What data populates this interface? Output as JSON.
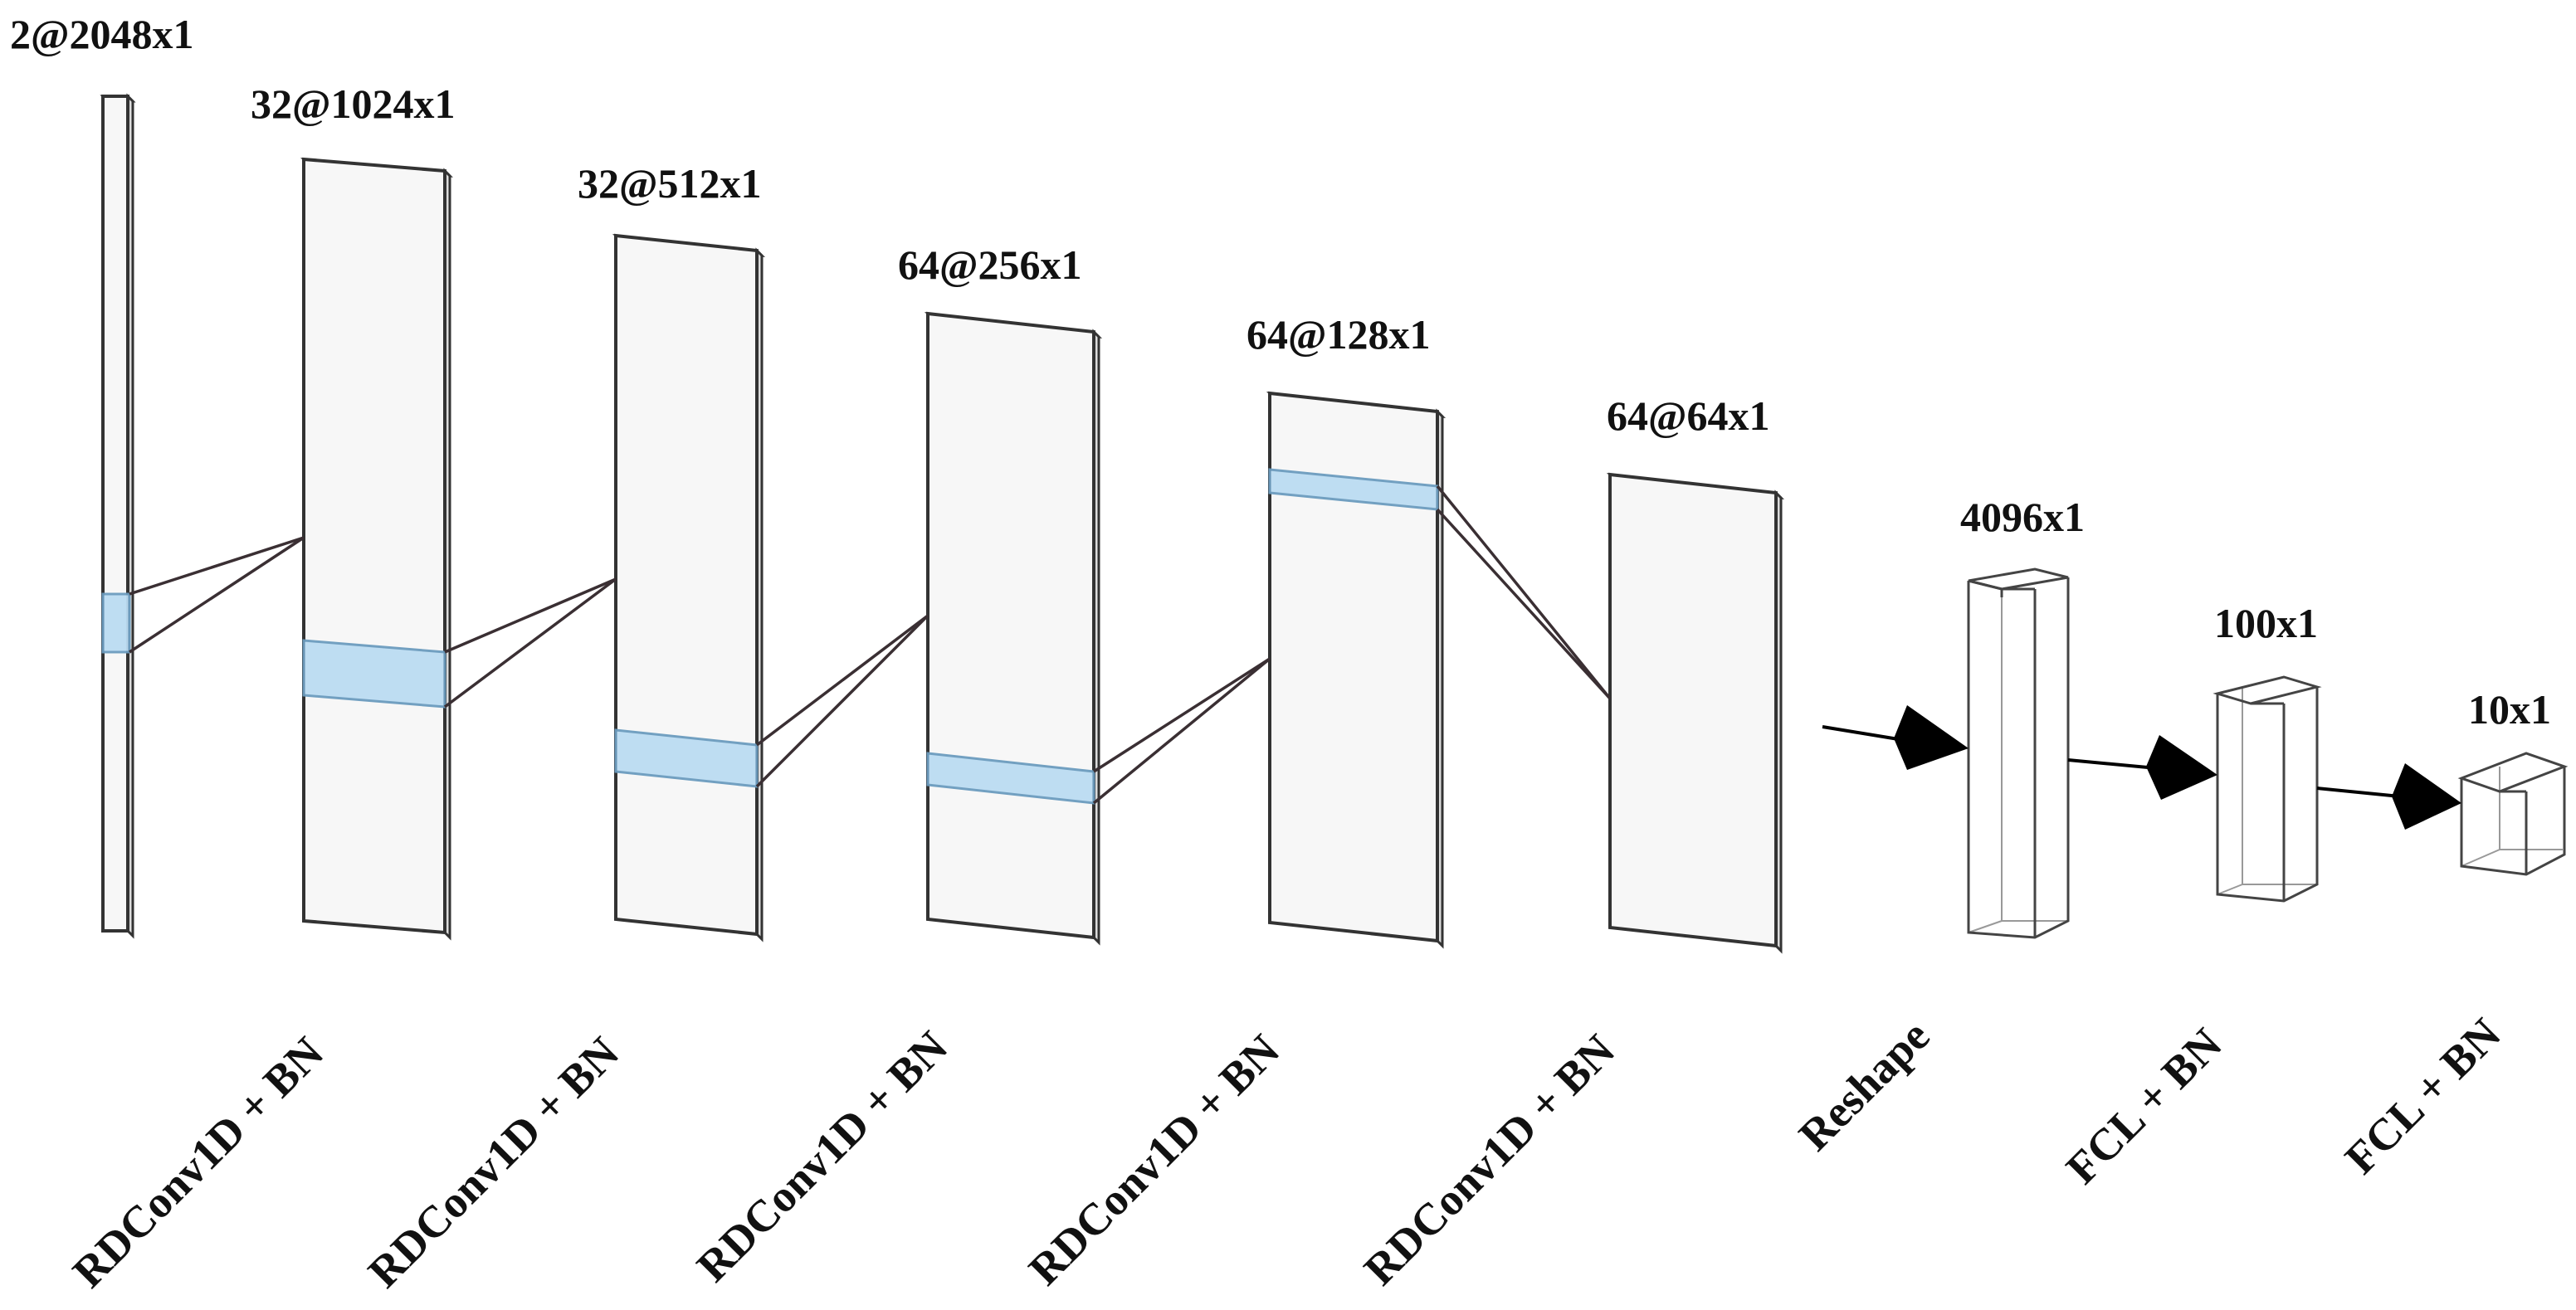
{
  "layers": [
    {
      "dim": "2@2048x1"
    },
    {
      "dim": "32@1024x1"
    },
    {
      "dim": "32@512x1"
    },
    {
      "dim": "64@256x1"
    },
    {
      "dim": "64@128x1"
    },
    {
      "dim": "64@64x1"
    }
  ],
  "dense": [
    {
      "dim": "4096x1"
    },
    {
      "dim": "100x1"
    },
    {
      "dim": "10x1"
    }
  ],
  "operations": [
    "RDConv1D + BN",
    "RDConv1D + BN",
    "RDConv1D + BN",
    "RDConv1D + BN",
    "RDConv1D + BN",
    "Reshape",
    "FCL + BN",
    "FCL + BN"
  ],
  "colors": {
    "band": "#bcdcf2",
    "stroke": "#333333",
    "face": "#f7f7f7",
    "arrow": "#000000"
  }
}
